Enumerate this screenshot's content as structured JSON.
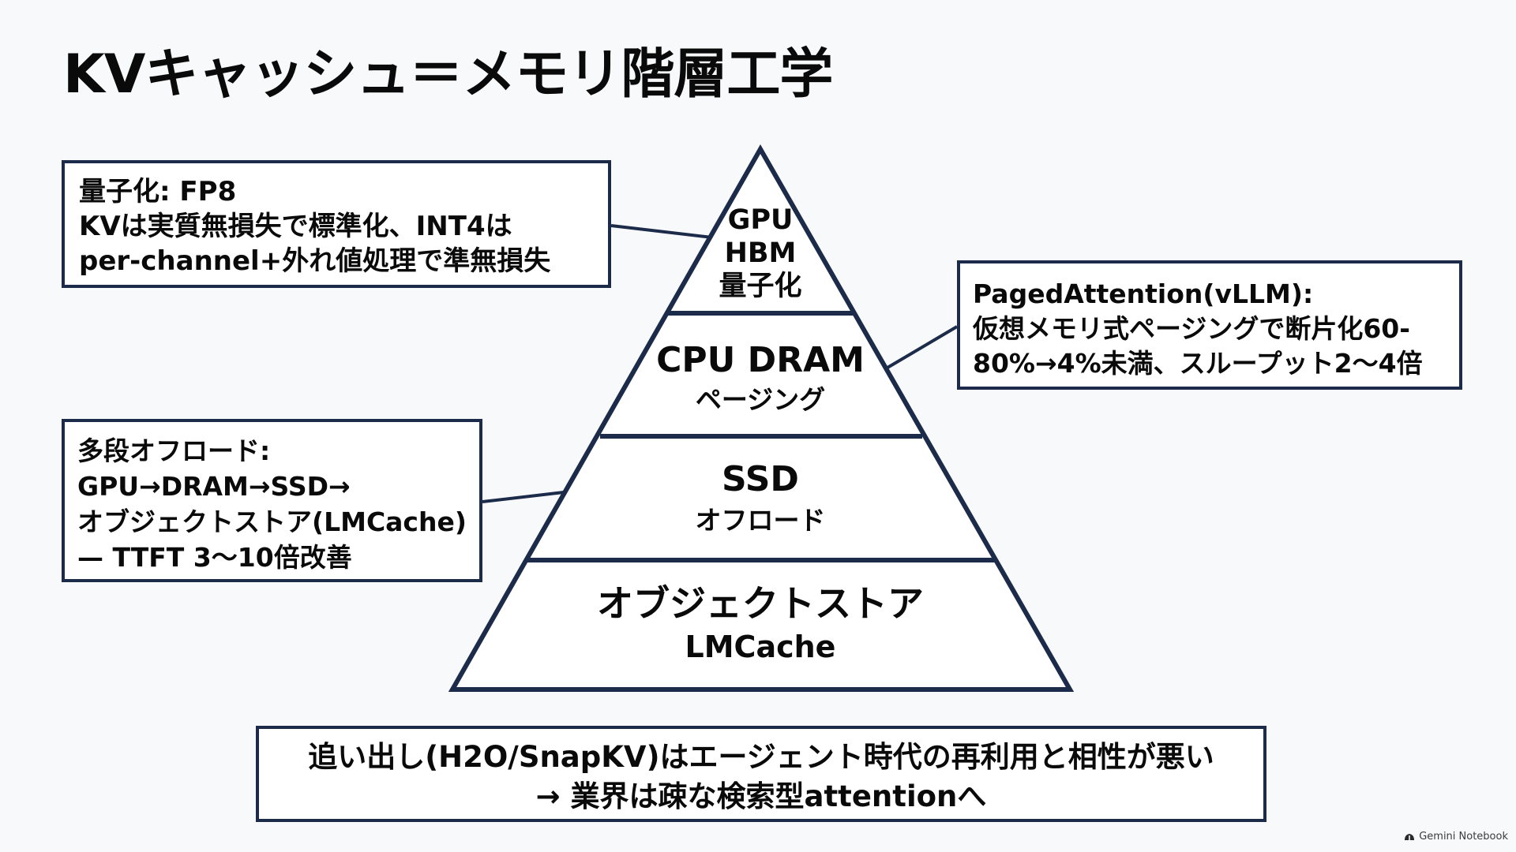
{
  "title": "KVキャッシュ＝メモリ階層工学",
  "pyramid": {
    "tiers": [
      {
        "lines": [
          "GPU",
          "HBM",
          "量子化"
        ]
      },
      {
        "lines": [
          "CPU DRAM",
          "ページング"
        ]
      },
      {
        "lines": [
          "SSD",
          "オフロード"
        ]
      },
      {
        "lines": [
          "オブジェクトストア",
          "LMCache"
        ]
      }
    ]
  },
  "callouts": {
    "quantization": {
      "lines": [
        "量子化: FP8",
        "KVは実質無損失で標準化、INT4は",
        "per-channel+外れ値処理で準無損失"
      ]
    },
    "paged_attention": {
      "lines": [
        "PagedAttention(vLLM):",
        "仮想メモリ式ページングで断片化60-",
        "80%→4%未満、スループット2〜4倍"
      ]
    },
    "offload": {
      "lines": [
        "多段オフロード:",
        "GPU→DRAM→SSD→",
        "オブジェクトストア(LMCache)",
        "— TTFT 3〜10倍改善"
      ]
    },
    "eviction": {
      "lines": [
        "追い出し(H2O/SnapKV)はエージェント時代の再利用と相性が悪い",
        "→ 業界は疎な検索型attentionへ"
      ]
    }
  },
  "footer": {
    "brand": "Gemini Notebook"
  },
  "colors": {
    "line": "#1c2b4a",
    "background": "#f8f9fa",
    "text": "#0a0a0a"
  }
}
